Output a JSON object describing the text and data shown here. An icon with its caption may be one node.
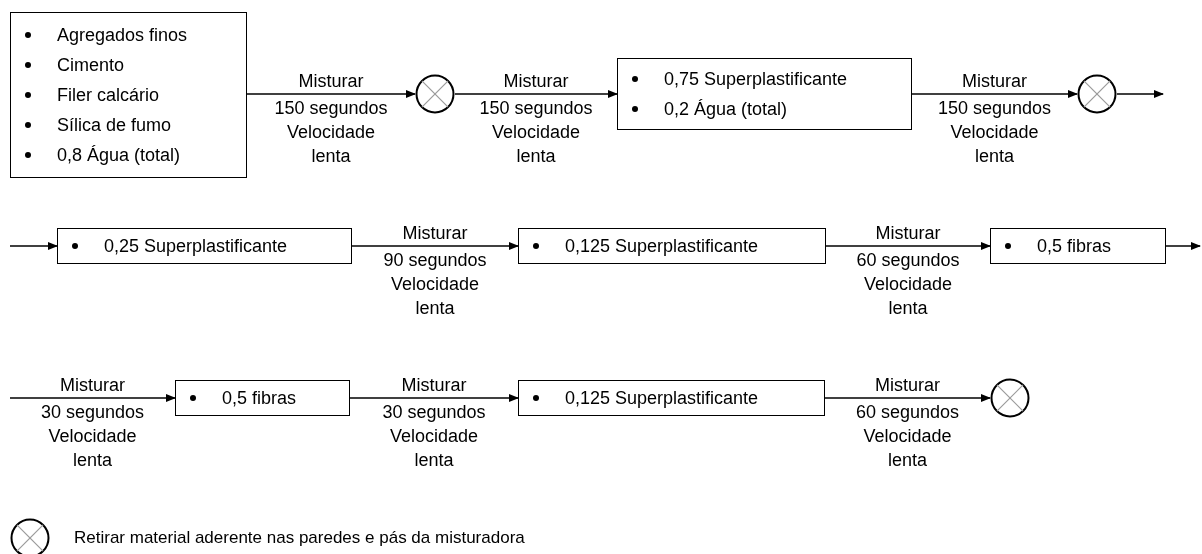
{
  "diagram": {
    "nodes": [
      {
        "text": [
          "Agregados finos",
          "Cimento",
          "Filer calcário",
          "Sílica de fumo",
          "0,8 Água (total)"
        ]
      },
      {
        "text": [],
        "shape": "circle"
      },
      {
        "text": [
          "0,75 Superplastificante",
          "0,2 Água (total)"
        ]
      },
      {
        "text": [],
        "shape": "circle"
      },
      {
        "text": [
          "0,25 Superplastificante"
        ]
      },
      {
        "text": [
          "0,125 Superplastificante"
        ]
      },
      {
        "text": [
          "0,5 fibras"
        ]
      },
      {
        "text": [
          "0,5 fibras"
        ]
      },
      {
        "text": [
          "0,125 Superplastificante"
        ]
      },
      {
        "text": [],
        "shape": "circle"
      }
    ],
    "edges": [
      {
        "from": 0,
        "to": 1,
        "arrow": "to",
        "label": "Misturar 150 segundos Velocidade lenta"
      },
      {
        "from": 1,
        "to": 2,
        "arrow": "to",
        "label": "Misturar 150 segundos Velocidade lenta"
      },
      {
        "from": 2,
        "to": 3,
        "arrow": "to",
        "label": "Misturar 150 segundos Velocidade lenta"
      },
      {
        "from": 3,
        "to": null,
        "arrow": "to"
      },
      {
        "from": null,
        "to": 4,
        "arrow": "to"
      },
      {
        "from": 4,
        "to": 5,
        "arrow": "to",
        "label": "Misturar 90 segundos Velocidade lenta"
      },
      {
        "from": 5,
        "to": 6,
        "arrow": "to",
        "label": "Misturar 60 segundos Velocidade lenta"
      },
      {
        "from": 6,
        "to": null,
        "arrow": "to"
      },
      {
        "from": null,
        "to": 7,
        "arrow": "to",
        "label": "Misturar 30 segundos Velocidade lenta"
      },
      {
        "from": 7,
        "to": 8,
        "arrow": "to",
        "label": "Misturar 30 segundos Velocidade lenta"
      },
      {
        "from": 8,
        "to": 9,
        "arrow": "to",
        "label": "Misturar 60 segundos Velocidade lenta"
      }
    ],
    "legend": [
      {
        "text": "Retirar material aderente nas paredes e pás da misturadora"
      }
    ]
  }
}
